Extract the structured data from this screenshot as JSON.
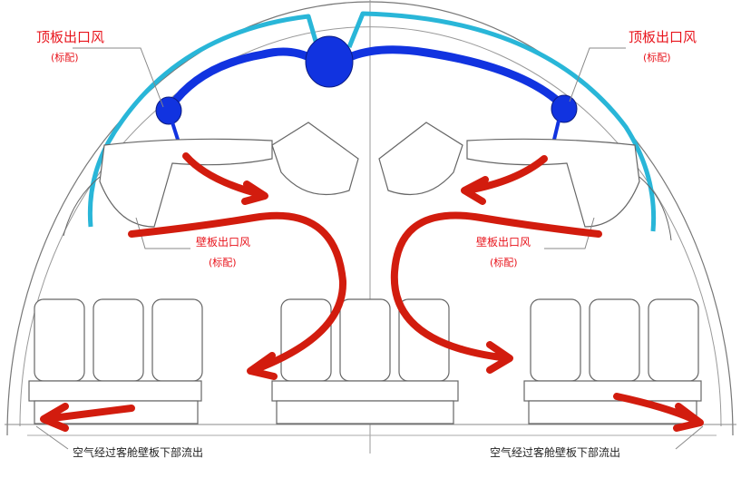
{
  "labels": {
    "ceiling_outlet_left": "顶板出口风",
    "ceiling_outlet_left_note": "(标配)",
    "ceiling_outlet_right": "顶板出口风",
    "ceiling_outlet_right_note": "(标配)",
    "sidewall_outlet_left": "壁板出口风",
    "sidewall_outlet_left_note": "(标配)",
    "sidewall_outlet_right": "壁板出口风",
    "sidewall_outlet_right_note": "(标配)",
    "exhaust_left": "空气经过客舱壁板下部流出",
    "exhaust_right": "空气经过客舱壁板下部流出"
  },
  "colors": {
    "arrow": "#d21c0e",
    "duct_main": "#1133e0",
    "duct_secondary": "#29b6d8",
    "outline": "#666666",
    "label": "#e8141c"
  }
}
